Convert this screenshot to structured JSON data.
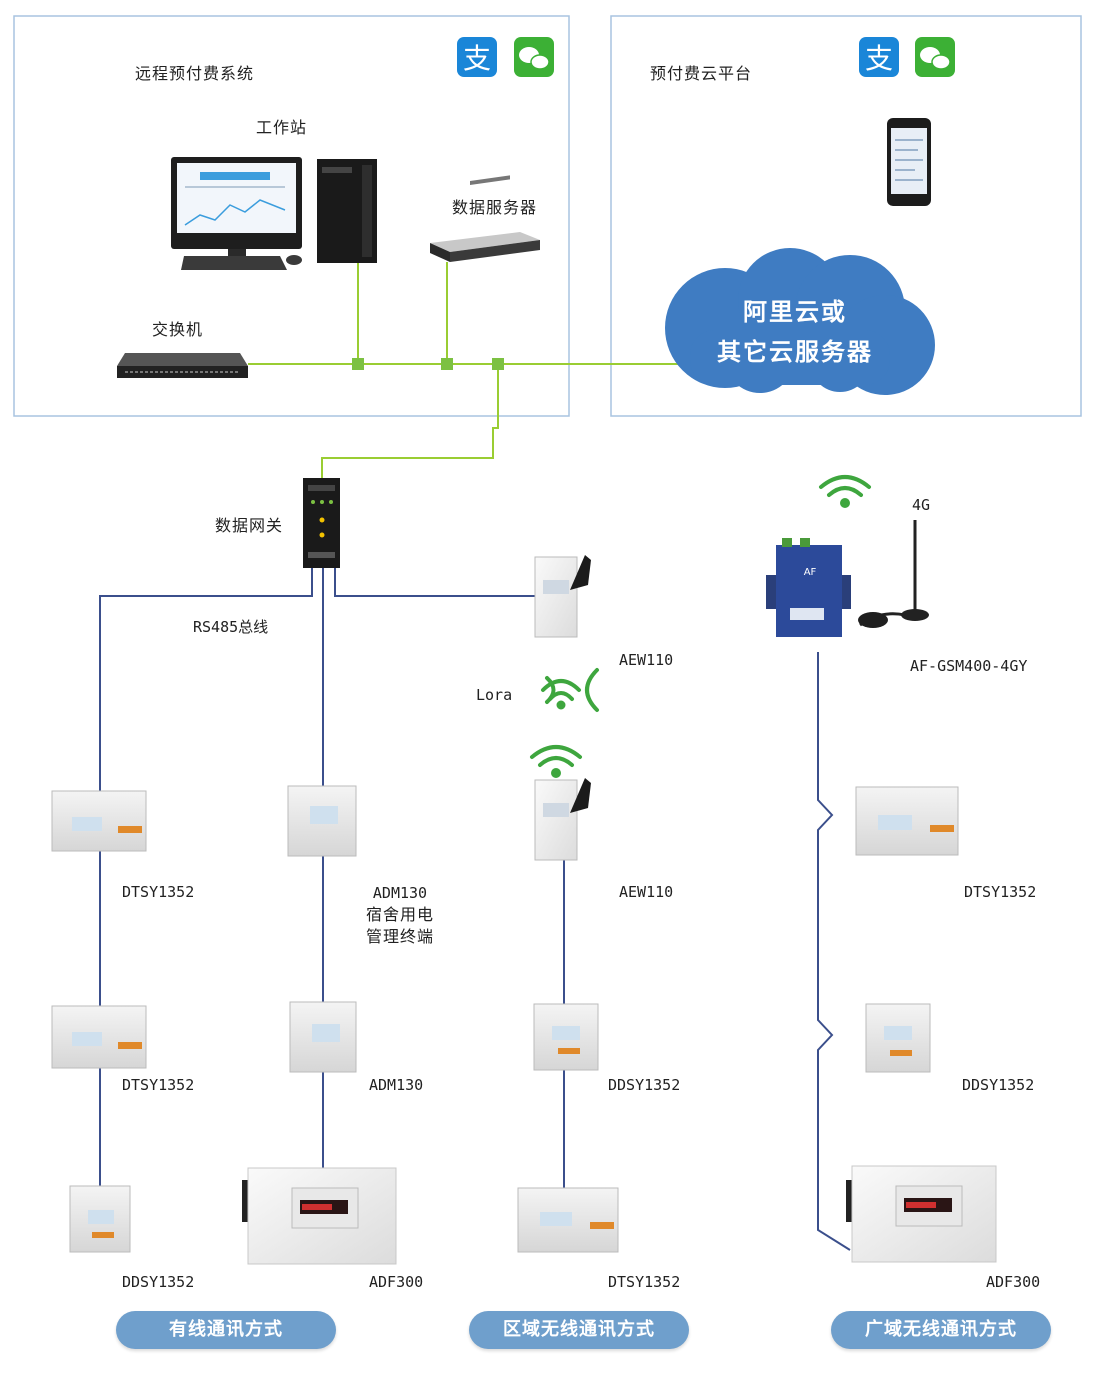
{
  "panels": {
    "left_title": "远程预付费系统",
    "right_title": "预付费云平台"
  },
  "cloud": {
    "line1": "阿里云或",
    "line2": "其它云服务器"
  },
  "devices": {
    "workstation": "工作站",
    "data_server": "数据服务器",
    "switch": "交换机",
    "gateway": "数据网关",
    "rs485": "RS485总线",
    "lora": "Lora",
    "aew110_top": "AEW110",
    "aew110_mid": "AEW110",
    "fourg": "4G",
    "gsm": "AF-GSM400-4GY",
    "col1_row1": "DTSY1352",
    "col1_row2": "DTSY1352",
    "col1_row3": "DDSY1352",
    "col2_row1_l1": "ADM130",
    "col2_row1_l2": "宿舍用电",
    "col2_row1_l3": "管理终端",
    "col2_row2": "ADM130",
    "col2_row3": "ADF300",
    "col3_row2": "DDSY1352",
    "col3_row3": "DTSY1352",
    "col4_row1": "DTSY1352",
    "col4_row2": "DDSY1352",
    "col4_row3": "ADF300"
  },
  "footer": {
    "wired": "有线通讯方式",
    "regional": "区域无线通讯方式",
    "wide": "广域无线通讯方式"
  },
  "icons": [
    "alipay-icon",
    "wechat-icon",
    "wifi-signal-icon",
    "antenna-icon",
    "smartphone-icon"
  ],
  "colors": {
    "panel_border": "#a8c4e0",
    "network_line": "#9acd32",
    "bus_line": "#3b4f8c",
    "cloud": "#3f7cc2",
    "pill": "#6f9fcc",
    "wifi": "#3ea63e",
    "alipay": "#1a86d8",
    "wechat": "#3cb035"
  }
}
